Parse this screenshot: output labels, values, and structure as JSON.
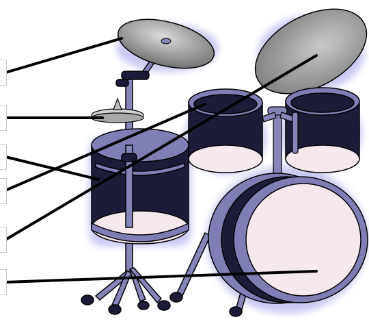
{
  "diagram": {
    "subject": "drum-kit",
    "labels": [
      {
        "id": "crash-cymbal",
        "text": ""
      },
      {
        "id": "hi-hat",
        "text": ""
      },
      {
        "id": "snare-drum",
        "text": ""
      },
      {
        "id": "tom-toms",
        "text": ""
      },
      {
        "id": "ride-cymbal",
        "text": ""
      },
      {
        "id": "bass-drum",
        "text": ""
      }
    ],
    "colors": {
      "drum_shell": "#1c1c38",
      "drum_rim": "#7f7fb5",
      "drum_head": "#f6e9ee",
      "cymbal_light": "#d4d4d4",
      "cymbal_dark": "#6c6c6c",
      "hardware": "#8585b8",
      "glow": "#b4b4ee",
      "leader_line": "#000000"
    }
  }
}
